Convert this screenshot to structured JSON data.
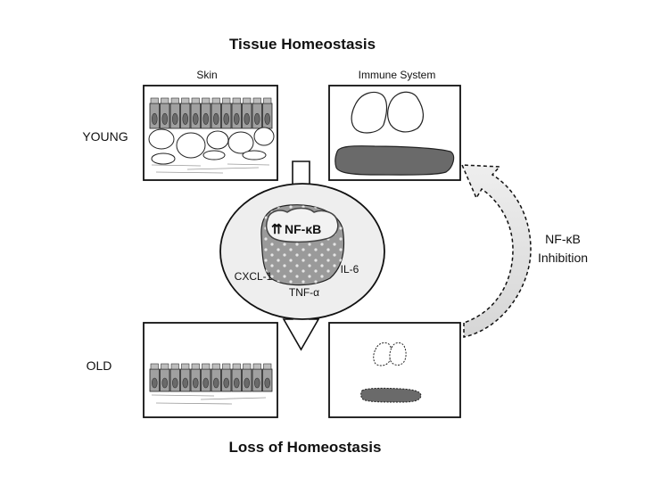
{
  "title_top": "Tissue Homeostasis",
  "title_bottom": "Loss of Homeostasis",
  "columns": {
    "skin": "Skin",
    "immune": "Immune System"
  },
  "rows": {
    "young": "YOUNG",
    "old": "OLD"
  },
  "center": {
    "nfkb": "NF-κB",
    "factors": {
      "cxcl1": "CXCL-1",
      "il6": "IL-6",
      "tnf": "TNF-α"
    }
  },
  "side_label": {
    "line1": "NF-κB",
    "line2": "Inhibition"
  },
  "colors": {
    "cell_gray": "#a0a0a0",
    "dark_cell": "#6a6a6a",
    "nucleus_gray": "#9a9a9a",
    "outline": "#222222"
  }
}
